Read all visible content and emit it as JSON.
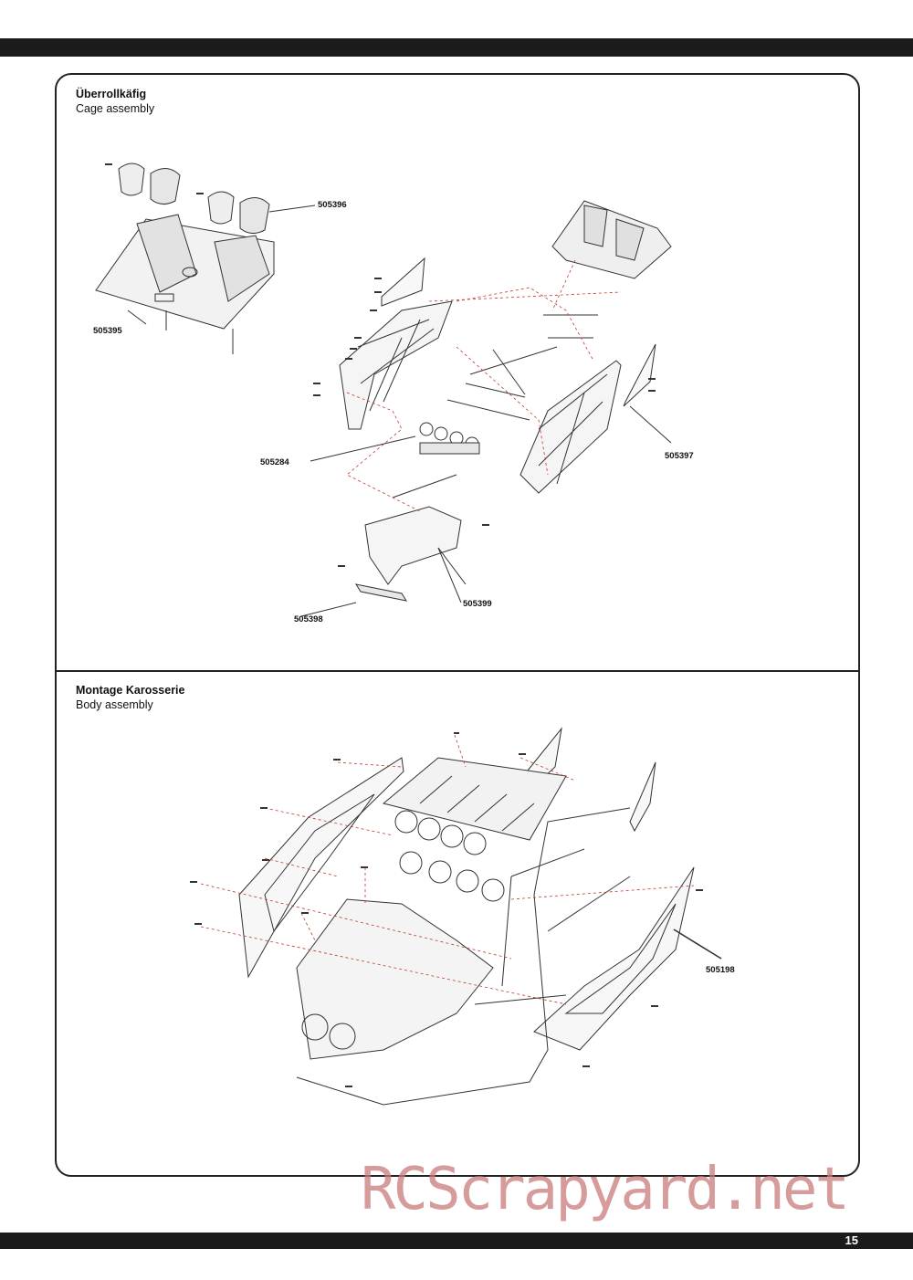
{
  "page_number": "15",
  "section1": {
    "title_de": "Überrollkäfig",
    "title_en": "Cage assembly",
    "parts": [
      "505396",
      "505395",
      "505284",
      "505397",
      "505399",
      "505398"
    ]
  },
  "section2": {
    "title_de": "Montage Karosserie",
    "title_en": "Body assembly",
    "parts": [
      "505198"
    ]
  },
  "watermark": "RCScrapyard.net"
}
